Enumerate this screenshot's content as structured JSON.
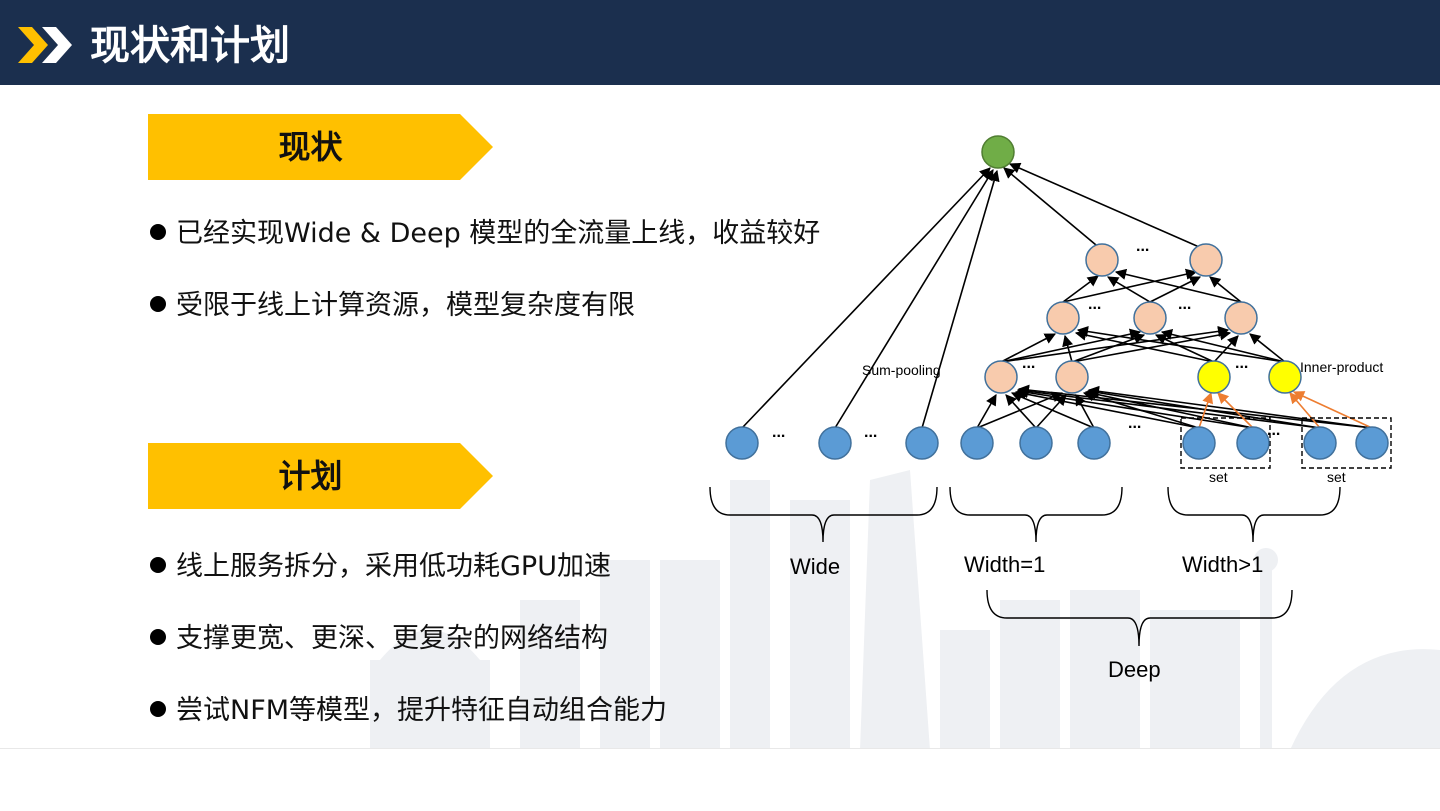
{
  "header": {
    "title": "现状和计划"
  },
  "sections": {
    "current": {
      "label": "现状",
      "bullets": [
        "已经实现Wide & Deep 模型的全流量上线，收益较好",
        "受限于线上计算资源，模型复杂度有限"
      ]
    },
    "plan": {
      "label": "计划",
      "bullets": [
        "线上服务拆分，采用低功耗GPU加速",
        "支撑更宽、更深、更复杂的网络结构",
        "尝试NFM等模型，提升特征自动组合能力"
      ]
    }
  },
  "diagram": {
    "labels": {
      "sum_pooling": "Sum-pooling",
      "inner_product": "Inner-product",
      "set": "set",
      "wide": "Wide",
      "width1": "Width=1",
      "width_gt1": "Width>1",
      "deep": "Deep",
      "ellipsis": "..."
    },
    "colors": {
      "output_node": "#70ad47",
      "hidden_node": "#f8cbad",
      "product_node": "#ffff00",
      "input_node": "#5b9bd5",
      "orange_edge": "#ed7d31",
      "tag_yellow": "#ffc000",
      "header_navy": "#1b2f4e"
    }
  }
}
